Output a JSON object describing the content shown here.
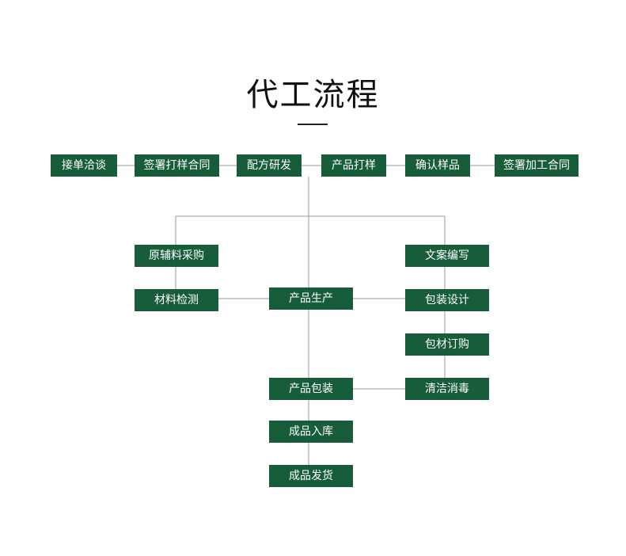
{
  "title": "代工流程",
  "colors": {
    "node_fill": "#175d3a",
    "node_text": "#ffffff",
    "connector": "#9a9a9a",
    "title": "#111111"
  },
  "nodes": {
    "order": "接单洽谈",
    "sign_sample_contract": "签署打样合同",
    "formula_rd": "配方研发",
    "product_sampling": "产品打样",
    "confirm_sample": "确认样品",
    "sign_processing_contract": "签署加工合同",
    "raw_material_purchase": "原辅料采购",
    "material_inspection": "材料检测",
    "production": "产品生产",
    "copywriting": "文案编写",
    "packaging_design": "包装设计",
    "packaging_material_order": "包材订购",
    "cleaning_disinfection": "清洁消毒",
    "product_packaging": "产品包装",
    "warehousing": "成品入库",
    "shipping": "成品发货"
  }
}
